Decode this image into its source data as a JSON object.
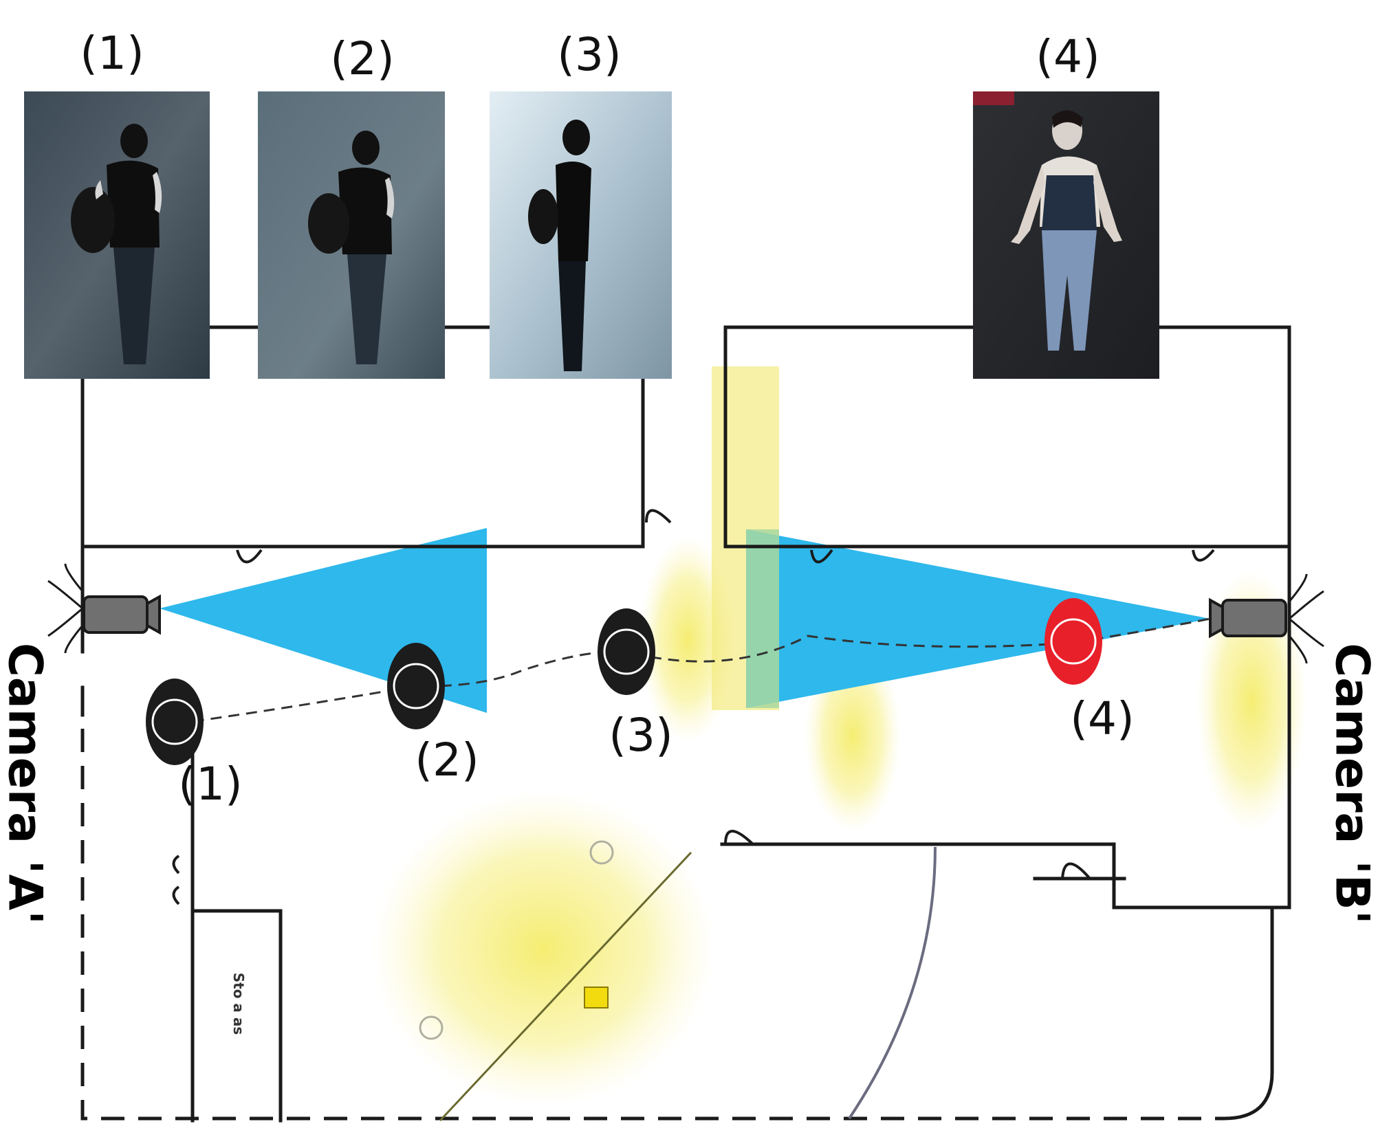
{
  "diagram": {
    "colors": {
      "wall": "#1a1a1a",
      "field_of_view": "#2eb8ec",
      "light_glow": "#f5ec6a",
      "person_marker": "#1c1c1c",
      "target_marker": "#e8202a",
      "camera_body": "#707070",
      "trajectory": "#333333"
    },
    "cameras": [
      {
        "id": "A",
        "label": "Camera 'A'",
        "icon": "security-camera-icon"
      },
      {
        "id": "B",
        "label": "Camera 'B'",
        "icon": "security-camera-icon"
      }
    ],
    "observations": [
      {
        "label": "(1)",
        "camera": "A",
        "marker": "person-marker",
        "highlight": false
      },
      {
        "label": "(2)",
        "camera": "A",
        "marker": "person-marker",
        "highlight": false
      },
      {
        "label": "(3)",
        "camera": "A",
        "marker": "person-marker",
        "highlight": false
      },
      {
        "label": "(4)",
        "camera": "B",
        "marker": "person-marker",
        "highlight": true
      }
    ],
    "thumbnails": [
      {
        "label": "(1)",
        "icon": "pedestrian-photo-icon"
      },
      {
        "label": "(2)",
        "icon": "pedestrian-photo-icon"
      },
      {
        "label": "(3)",
        "icon": "pedestrian-photo-icon"
      },
      {
        "label": "(4)",
        "icon": "pedestrian-photo-icon"
      }
    ],
    "plate_text": "Sto a as"
  }
}
